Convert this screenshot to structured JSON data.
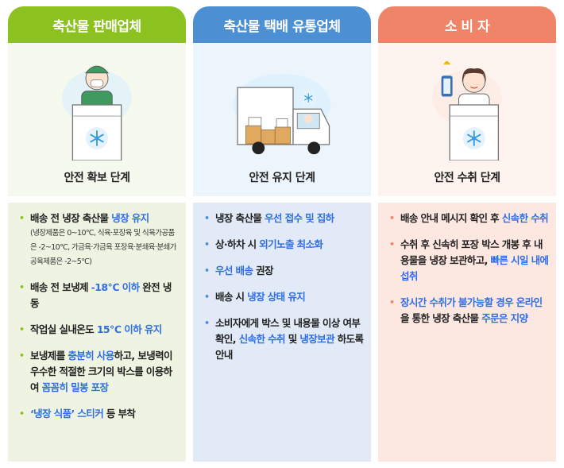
{
  "columns": [
    {
      "title": "축산물 판매업체",
      "stage": "안전 확보 단계",
      "head_color": "#8cc21f",
      "top_bg": "#f5f9ee",
      "bottom_bg": "#eef4e1",
      "bullet_color": "#8cc21f",
      "illustration": "seller-with-cooler-box",
      "items": [
        {
          "segments": [
            {
              "t": "배송 전 냉장 축산물 "
            },
            {
              "t": "냉장 유지",
              "hl": true
            }
          ],
          "note": "(냉장제품은 0~10℃, 식육·포장육 및 식육가공품은 -2~10℃, 가금육·가금육 포장육·분쇄육·분쇄가공육제품은 -2~5℃)"
        },
        {
          "segments": [
            {
              "t": "배송 전 보냉제 "
            },
            {
              "t": "-18℃ 이하",
              "hl": true
            },
            {
              "t": " 완전 냉동"
            }
          ]
        },
        {
          "segments": [
            {
              "t": "작업실 실내온도 "
            },
            {
              "t": "15℃ 이하 유지",
              "hl": true
            }
          ]
        },
        {
          "segments": [
            {
              "t": "보냉제를 "
            },
            {
              "t": "충분히 사용",
              "hl": true
            },
            {
              "t": "하고, 보냉력이 우수한 적절한 크기의 박스를 이용하여 "
            },
            {
              "t": "꼼꼼히 밀봉 포장",
              "hl": true
            }
          ]
        },
        {
          "segments": [
            {
              "t": "‘냉장 식품’ 스티커",
              "hl": true
            },
            {
              "t": " 등 부착"
            }
          ]
        }
      ]
    },
    {
      "title": "축산물 택배 유통업체",
      "stage": "안전 유지 단계",
      "head_color": "#4d8fd3",
      "top_bg": "#ecf4fc",
      "bottom_bg": "#e1eaf6",
      "bullet_color": "#4d8fd3",
      "illustration": "delivery-truck",
      "items": [
        {
          "segments": [
            {
              "t": "냉장 축산물 "
            },
            {
              "t": "우선 접수 및 집하",
              "hl": true
            }
          ]
        },
        {
          "segments": [
            {
              "t": "상·하차 시 "
            },
            {
              "t": "외기노출 최소화",
              "hl": true
            }
          ]
        },
        {
          "segments": [
            {
              "t": "우선 배송",
              "hl": true
            },
            {
              "t": " 권장"
            }
          ]
        },
        {
          "segments": [
            {
              "t": "배송 시 "
            },
            {
              "t": "냉장 상태 유지",
              "hl": true
            }
          ]
        },
        {
          "segments": [
            {
              "t": "소비자에게 박스 및 내용물 이상 여부 확인, "
            },
            {
              "t": "신속한 수취",
              "hl": true
            },
            {
              "t": " 및 "
            },
            {
              "t": "냉장보관",
              "hl": true
            },
            {
              "t": " 하도록 안내"
            }
          ]
        }
      ]
    },
    {
      "title": "소 비 자",
      "stage": "안전 수취 단계",
      "head_color": "#ef8469",
      "top_bg": "#fdf3ef",
      "bottom_bg": "#fde8e1",
      "bullet_color": "#ef8469",
      "illustration": "consumer-with-phone-and-box",
      "items": [
        {
          "segments": [
            {
              "t": "배송 안내 메시지 확인 후 "
            },
            {
              "t": "신속한 수취",
              "hl": true
            }
          ]
        },
        {
          "segments": [
            {
              "t": "수취 후 신속히 포장 박스 개봉 후 내용물을 냉장 보관하고, "
            },
            {
              "t": "빠른 시일 내에 섭취",
              "hl": true
            }
          ]
        },
        {
          "segments": [
            {
              "t": "장시간 수취가 불가능할 경우 온라인",
              "hl": true
            },
            {
              "t": "을 통한 냉장 축산물 "
            },
            {
              "t": "주문은 지양",
              "hl": true
            }
          ]
        }
      ]
    }
  ],
  "highlight_color": "#2f6ee8"
}
